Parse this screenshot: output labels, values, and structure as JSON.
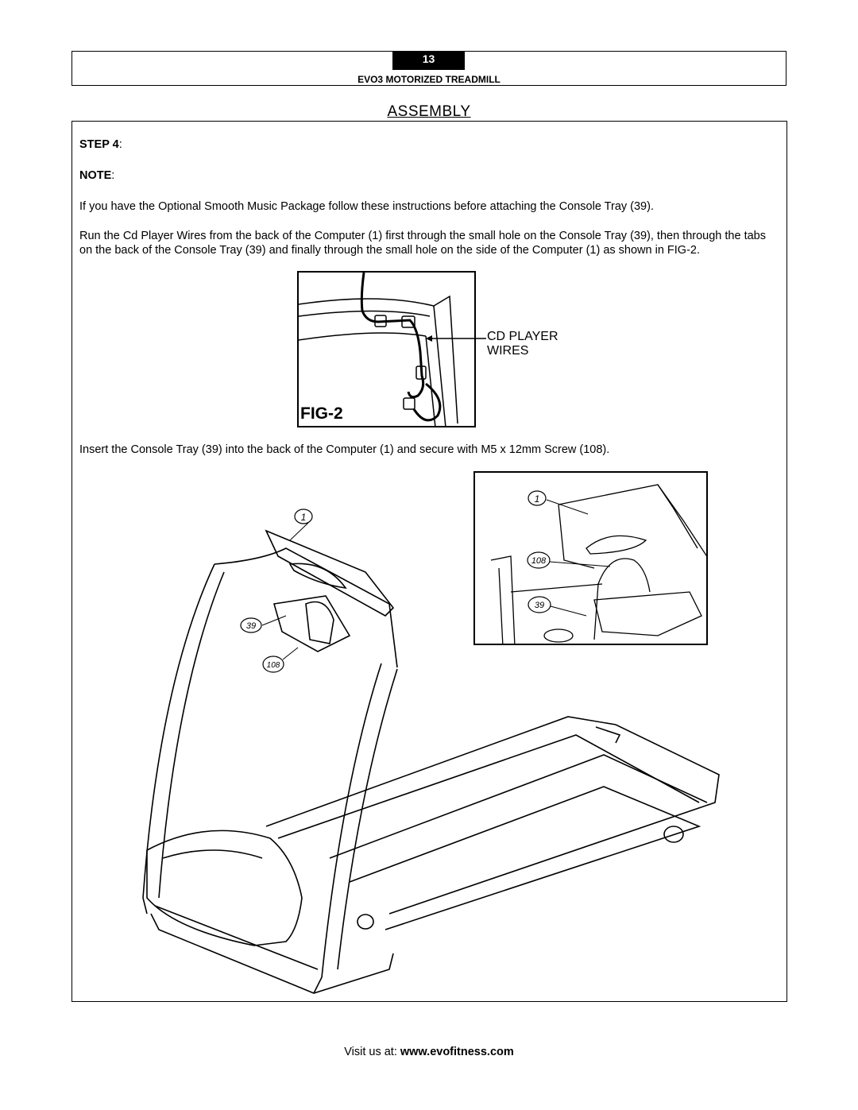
{
  "header": {
    "page_number": "13",
    "doc_title": "EVO3 MOTORIZED TREADMILL"
  },
  "section_title": "ASSEMBLY",
  "step": {
    "label": "STEP 4",
    "suffix": ":"
  },
  "note": {
    "label": "NOTE",
    "suffix": ":"
  },
  "paragraphs": {
    "optional_package": "If you have the Optional Smooth Music Package follow these instructions before attaching the Console Tray (39).",
    "wiring": "Run the Cd Player Wires from the back of the Computer (1) first through the small hole on the Console Tray (39), then through the tabs on the back of the Console Tray (39) and finally through the small hole on the side of the Computer (1) as shown in FIG-2.",
    "insert": "Insert the Console Tray (39) into the back of the Computer (1) and secure with M5 x 12mm Screw (108)."
  },
  "fig2": {
    "label": "FIG-2",
    "callout_line1": "CD PLAYER",
    "callout_line2": "WIRES"
  },
  "part_labels": {
    "computer": "1",
    "console_tray": "39",
    "screw": "108"
  },
  "footer": {
    "prefix": "Visit us at: ",
    "url": "www.evofitness.com"
  }
}
